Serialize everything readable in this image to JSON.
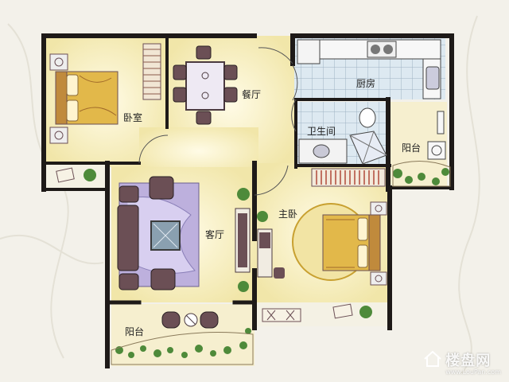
{
  "rooms": {
    "bedroom": "卧室",
    "dining": "餐厅",
    "kitchen": "厨房",
    "bathroom": "卫生间",
    "balcony_right": "阳台",
    "living": "客厅",
    "master": "主卧",
    "balcony_bottom": "阳台"
  },
  "watermark": {
    "brand": "楼盘网",
    "url": "www.LouPan.com"
  },
  "colors": {
    "wall": "#1e1a18",
    "floor": "#f7f0c2",
    "floor_glow": "#fffbe2",
    "tile": "#d9e6ef",
    "rug": "#bdb0dd",
    "furniture": "#6b4f55",
    "bed": "#e2b84a",
    "plant": "#4e8a3a"
  }
}
